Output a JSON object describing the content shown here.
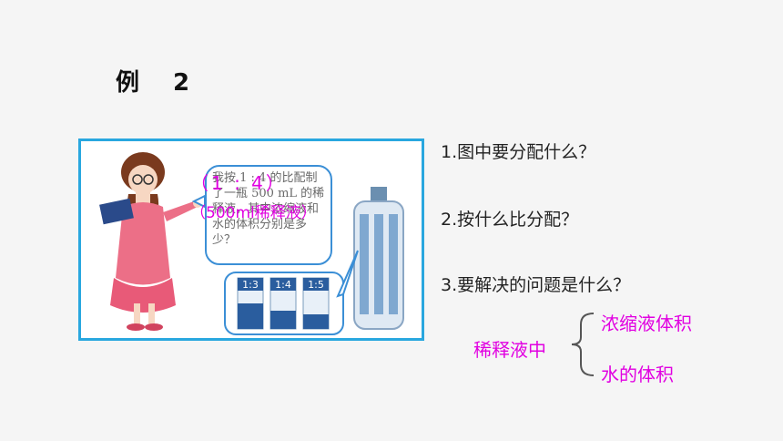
{
  "title": "例 2",
  "figure": {
    "speech": "我按 1 : 4 的比配制了一瓶 500 mL 的稀释液，其中浓缩液和水的体积分别是多少？",
    "overlay_ratio": "（1 : 4）",
    "overlay_volume": "（500ml稀释液）",
    "bottle_labels": [
      "1:3",
      "1:4",
      "1:5"
    ]
  },
  "questions": [
    "1.图中要分配什么？",
    "2.按什么比分配？",
    "3.要解决的问题是什么？"
  ],
  "breakdown": {
    "main": "稀释液中",
    "items": [
      "浓缩液体积",
      "水的体积"
    ]
  },
  "colors": {
    "frame": "#29a7df",
    "highlight": "#e100e1"
  }
}
